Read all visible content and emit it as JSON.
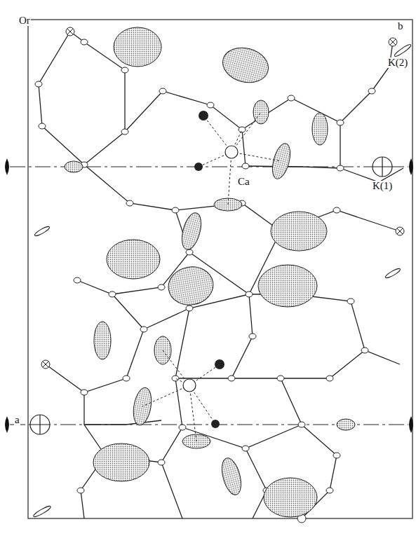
{
  "diagram": {
    "labels": [
      "Or",
      "b",
      "K(2)",
      "Ca",
      "K(1)",
      "a"
    ]
  }
}
